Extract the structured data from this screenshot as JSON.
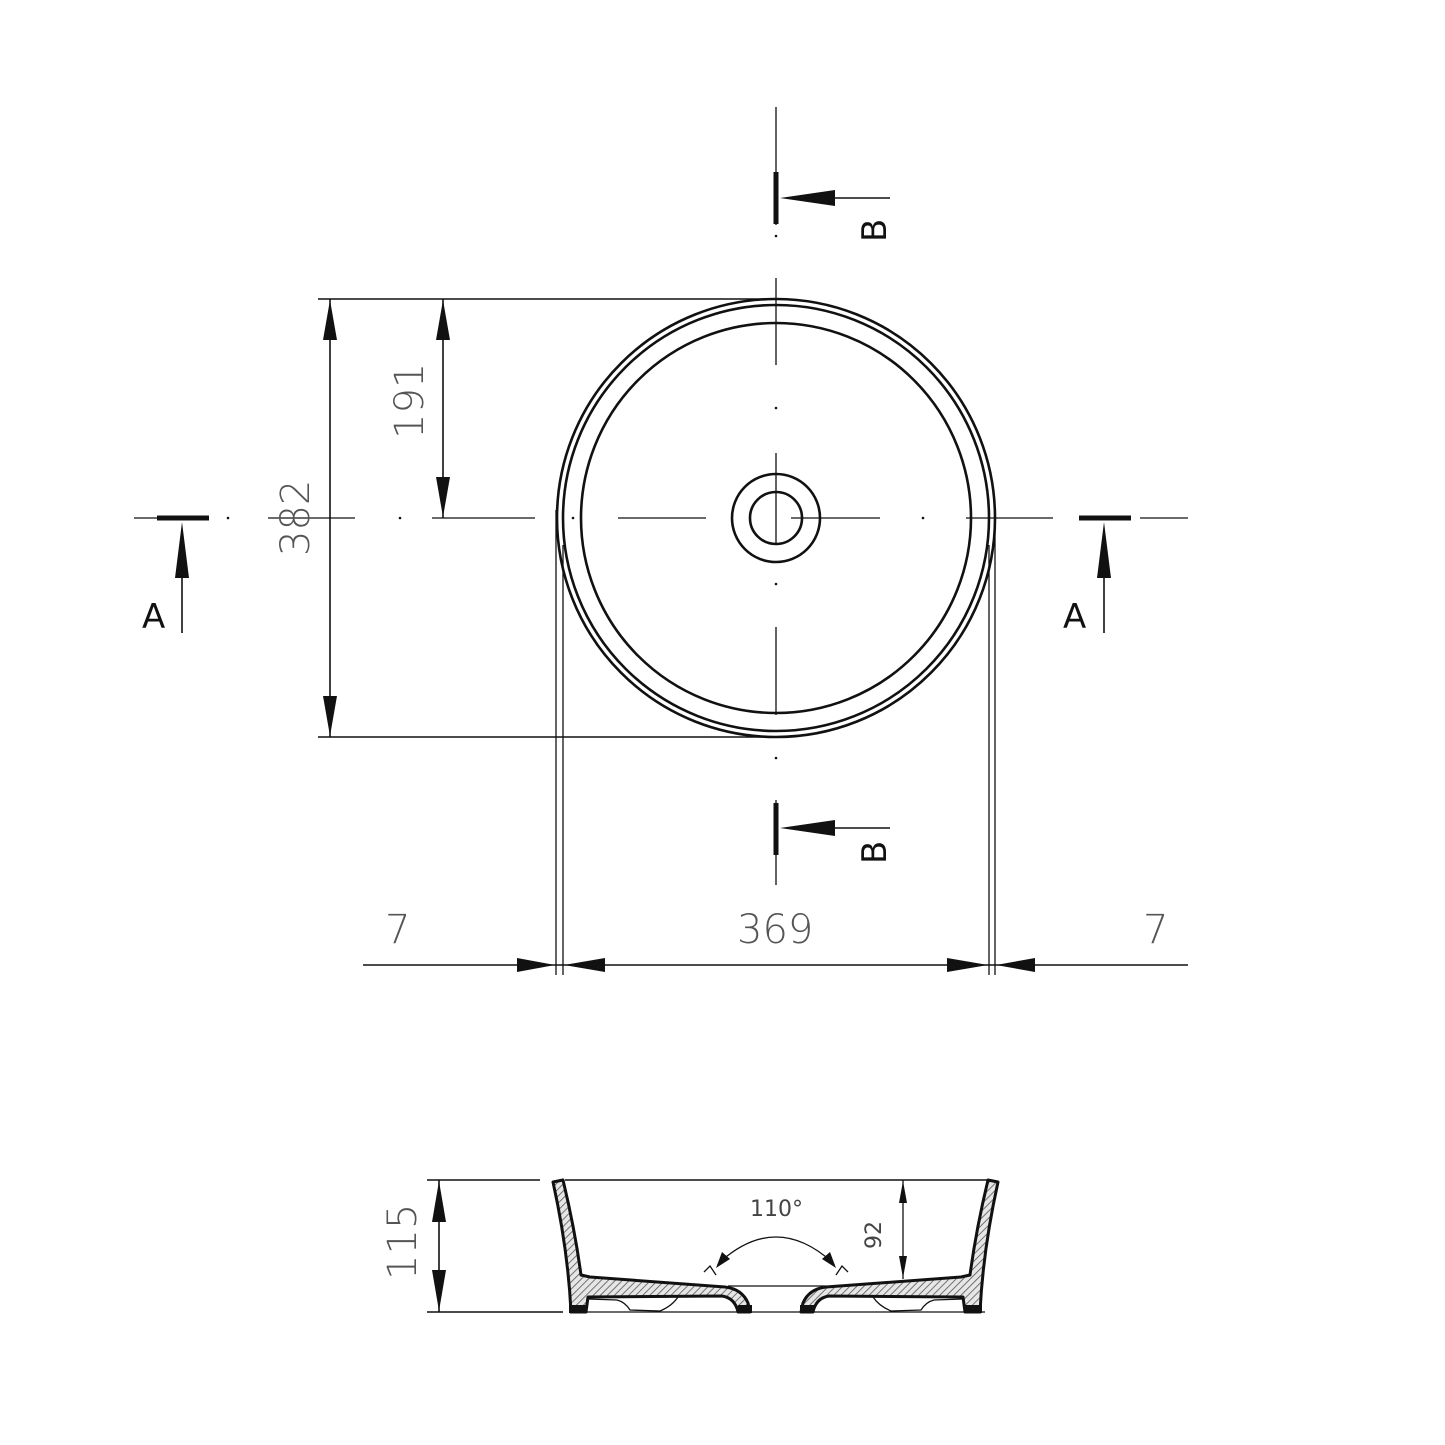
{
  "drawing": {
    "title": "Round countertop washbasin technical drawing",
    "units": "mm",
    "plan_view": {
      "section_markers": [
        {
          "label": "A",
          "position": "left"
        },
        {
          "label": "A",
          "position": "right"
        },
        {
          "label": "B",
          "position": "top"
        },
        {
          "label": "B",
          "position": "bottom"
        }
      ],
      "dimensions": {
        "overall_diameter": "382",
        "half_diameter": "191",
        "inner_width": "369",
        "rim_left": "7",
        "rim_right": "7"
      }
    },
    "section_view": {
      "dimensions": {
        "overall_height": "115",
        "inner_depth": "92",
        "drain_angle": "110°"
      }
    }
  }
}
